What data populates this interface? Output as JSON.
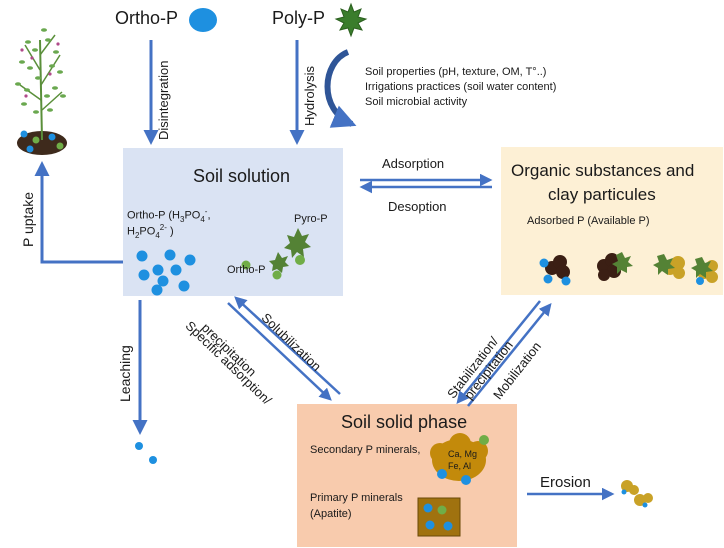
{
  "inputs": {
    "ortho_p": "Ortho-P",
    "poly_p": "Poly-P",
    "disintegration": "Disintegration",
    "hydrolysis": "Hydrolysis"
  },
  "factors": [
    "Soil properties (pH, texture, OM, T°..)",
    "Irrigations practices (soil water content)",
    "Soil microbial activity"
  ],
  "soil_solution": {
    "title": "Soil solution",
    "ortho_line1_prefix": "Ortho-P (H",
    "ortho_line1_sub1": "3",
    "ortho_line1_mid": "PO",
    "ortho_line1_sub2": "4",
    "ortho_line1_sup": "-",
    "ortho_line1_suffix": ",",
    "ortho_line2_prefix": "H",
    "ortho_line2_sub1": "2",
    "ortho_line2_mid": "PO",
    "ortho_line2_sub2": "4",
    "ortho_line2_sup": "2-",
    "ortho_line2_suffix": " )",
    "pyro_p": "Pyro-P",
    "ortho_p_label": "Ortho-P"
  },
  "organic": {
    "title_line1": "Organic substances and",
    "title_line2": "clay particules",
    "subtitle": "Adsorbed P (Available P)"
  },
  "exchange": {
    "adsorption": "Adsorption",
    "desorption": "Desoption"
  },
  "solid_phase": {
    "title": "Soil solid phase",
    "secondary": "Secondary P minerals,",
    "cluster_line1": "Ca, Mg",
    "cluster_line2": "Fe, Al",
    "primary_line1": "Primary P minerals",
    "primary_line2": "(Apatite)"
  },
  "processes": {
    "p_uptake": "P uptake",
    "leaching": "Leaching",
    "solubilization": "Solubilization",
    "precipitation": "precipitation",
    "specific_adsorption": "Specific adsorption/",
    "stabilization": "Stabilization/",
    "precipitation2": "precipitation",
    "mobilization": "Mobilization",
    "erosion": "Erosion"
  },
  "colors": {
    "arrow": "#4472c4",
    "soil_solution_bg": "#dae3f3",
    "organic_bg": "#fdf0d5",
    "solid_bg": "#f8cbad",
    "orthophosphate_dot": "#1e90e0",
    "polyphosphate_star": "#3a7d2c",
    "mineral_cluster": "#c38a0b",
    "organic_particle": "#3b1f14"
  }
}
